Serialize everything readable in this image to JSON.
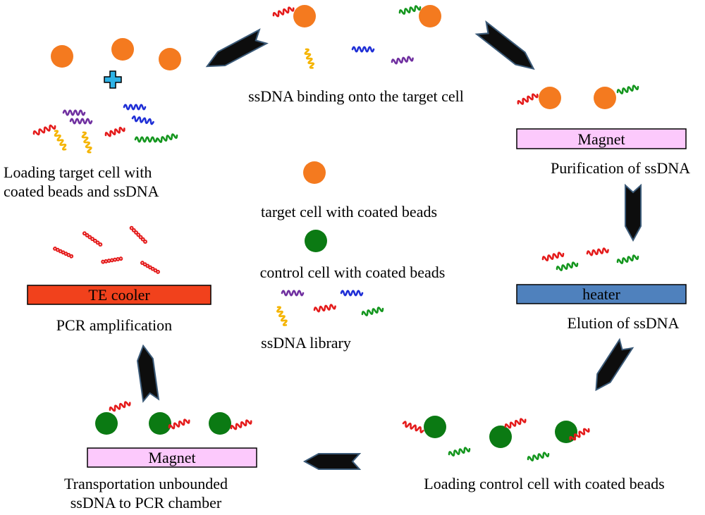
{
  "colors": {
    "target_cell": "#f47a1f",
    "control_cell": "#0b7a13",
    "arrow_fill": "#0d0d0d",
    "arrow_stroke": "#3b5a78",
    "magnet_fill": "#fcc9fc",
    "heater_fill": "#4f81bd",
    "cooler_fill": "#f1411c",
    "plus_fill": "#2fb3e6",
    "ssdna_colors": [
      "#e41b1b",
      "#f5b400",
      "#1f2fd6",
      "#7030a0",
      "#14961e"
    ]
  },
  "steps": {
    "loading_target": "Loading target cell with\ncoated beads and ssDNA",
    "binding": "ssDNA binding onto the target cell",
    "purification": "Purification of ssDNA",
    "elution": "Elution of ssDNA",
    "loading_control": "Loading control cell with coated beads",
    "transportation": "Transportation unbounded\nssDNA to PCR chamber",
    "pcr": "PCR amplification"
  },
  "legend": {
    "target": "target cell with coated beads",
    "control": "control cell with coated beads",
    "library": "ssDNA library"
  },
  "devices": {
    "magnet_top": "Magnet",
    "heater": "heater",
    "magnet_bottom": "Magnet",
    "te_cooler": "TE cooler"
  }
}
